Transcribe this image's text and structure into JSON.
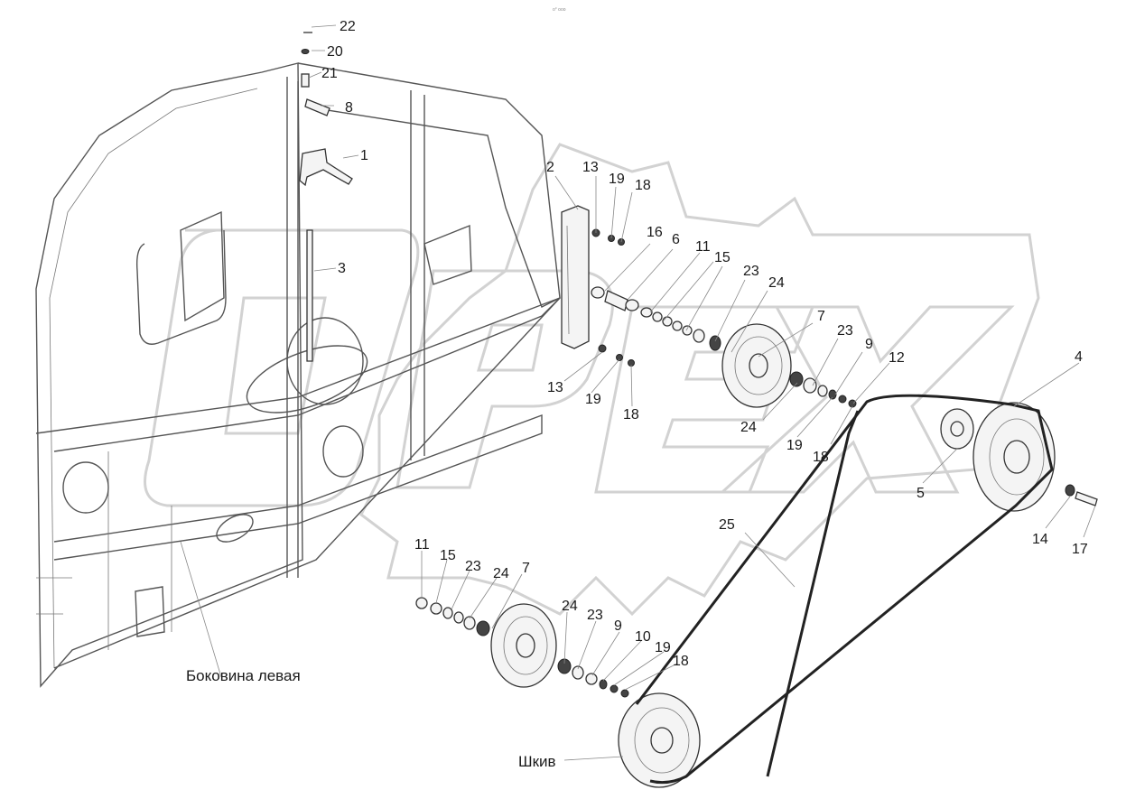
{
  "header": {
    "small_mark": "о° ооо"
  },
  "watermark": {
    "letters": [
      "O",
      "P",
      "E",
      "X"
    ]
  },
  "captions": {
    "side_panel": "Боковина левая",
    "pulley": "Шкив"
  },
  "callouts": [
    "22",
    "20",
    "21",
    "8",
    "1",
    "3",
    "2",
    "13",
    "19",
    "18",
    "16",
    "6",
    "11",
    "15",
    "23",
    "24",
    "7",
    "13",
    "19",
    "18",
    "23",
    "9",
    "12",
    "24",
    "19",
    "18",
    "4",
    "5",
    "14",
    "17",
    "25",
    "11",
    "15",
    "23",
    "24",
    "7",
    "24",
    "23",
    "9",
    "10",
    "19",
    "18"
  ]
}
